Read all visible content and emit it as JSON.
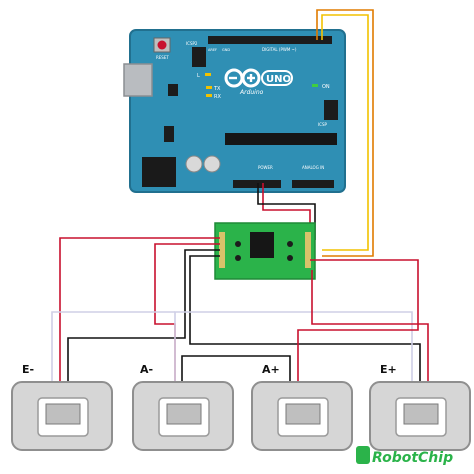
{
  "arduino": {
    "logo_text": "UNO",
    "brand": "Arduino",
    "reset_label": "RESET",
    "icsp2_label": "ICSP2",
    "l_label": "L",
    "tx_label": "TX",
    "rx_label": "RX",
    "on_label": "ON",
    "icsp_label": "ICSP",
    "digital_label": "DIGITAL (PWM ~)",
    "power_label": "POWER",
    "analog_label": "ANALOG IN",
    "aref_label": "AREF",
    "gnd_label": "GND",
    "colors": {
      "board": "#2f8fb4",
      "board_dark": "#21708f",
      "header": "#1c1c1c"
    }
  },
  "load_cells": [
    {
      "label": "E-"
    },
    {
      "label": "A-"
    },
    {
      "label": "A+"
    },
    {
      "label": "E+"
    }
  ],
  "brand_watermark": "RobotChip",
  "wire_colors": {
    "red": "#c8102e",
    "black": "#111111",
    "white": "#cfcfe6",
    "yellow": "#f2c200",
    "orange": "#e07b00"
  }
}
